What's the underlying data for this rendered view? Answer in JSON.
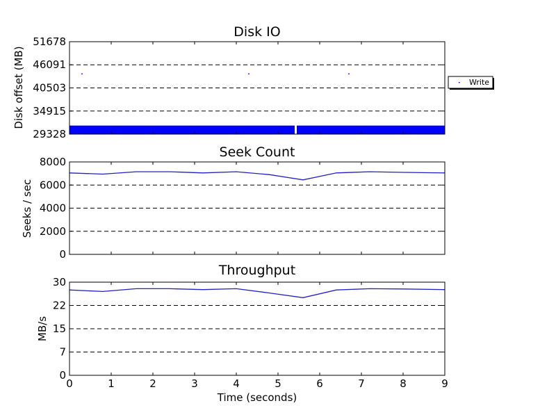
{
  "chart_data": [
    {
      "id": "disk-io",
      "type": "scatter",
      "title": "Disk IO",
      "xlabel": "",
      "ylabel": "Disk offset (MB)",
      "xlim": [
        0,
        9
      ],
      "ylim": [
        29328,
        51678
      ],
      "yticks": [
        29328,
        34915,
        40503,
        46091,
        51678
      ],
      "ytick_labels": [
        "29328",
        "34915",
        "40503",
        "46091",
        "51678"
      ],
      "xticks": [
        0,
        1,
        2,
        3,
        4,
        5,
        6,
        7,
        8,
        9
      ],
      "grid": true,
      "legend": {
        "placement": "right",
        "entries": [
          "Write"
        ]
      },
      "series": [
        {
          "name": "Write",
          "color": "#0000ff",
          "band": {
            "x_start": 0,
            "x_end": 9,
            "y_low": 29400,
            "y_high": 31400,
            "gap_x": [
              5.4,
              5.45
            ]
          },
          "outliers": [
            {
              "x": 0.3,
              "y": 43900
            },
            {
              "x": 4.3,
              "y": 43900
            },
            {
              "x": 6.7,
              "y": 43900
            }
          ]
        }
      ]
    },
    {
      "id": "seek-count",
      "type": "line",
      "title": "Seek Count",
      "xlabel": "",
      "ylabel": "Seeks / sec",
      "xlim": [
        0,
        9
      ],
      "ylim": [
        0,
        8000
      ],
      "yticks": [
        0,
        2000,
        4000,
        6000,
        8000
      ],
      "ytick_labels": [
        "0",
        "2000",
        "4000",
        "6000",
        "8000"
      ],
      "xticks": [
        0,
        1,
        2,
        3,
        4,
        5,
        6,
        7,
        8,
        9
      ],
      "grid": true,
      "series": [
        {
          "color": "#1f1fcc",
          "x": [
            0,
            0.8,
            1.6,
            2.4,
            3.2,
            4.0,
            4.8,
            5.6,
            6.4,
            7.2,
            8.0,
            9.0
          ],
          "y": [
            7050,
            6950,
            7150,
            7150,
            7050,
            7150,
            6900,
            6450,
            7050,
            7150,
            7100,
            7050
          ]
        }
      ]
    },
    {
      "id": "throughput",
      "type": "line",
      "title": "Throughput",
      "xlabel": "Time (seconds)",
      "ylabel": "MB/s",
      "xlim": [
        0,
        9
      ],
      "ylim": [
        0,
        30
      ],
      "yticks": [
        0,
        7.5,
        15,
        22.5,
        30
      ],
      "ytick_labels": [
        "0",
        "7",
        "15",
        "22",
        "30"
      ],
      "xticks": [
        0,
        1,
        2,
        3,
        4,
        5,
        6,
        7,
        8,
        9
      ],
      "xtick_labels": [
        "0",
        "1",
        "2",
        "3",
        "4",
        "5",
        "6",
        "7",
        "8",
        "9"
      ],
      "grid": true,
      "series": [
        {
          "color": "#1f1fcc",
          "x": [
            0,
            0.8,
            1.6,
            2.4,
            3.2,
            4.0,
            4.8,
            5.6,
            6.4,
            7.2,
            8.0,
            9.0
          ],
          "y": [
            27.5,
            27.0,
            27.9,
            27.9,
            27.6,
            27.9,
            26.5,
            25.0,
            27.5,
            27.9,
            27.8,
            27.6
          ]
        }
      ]
    }
  ]
}
